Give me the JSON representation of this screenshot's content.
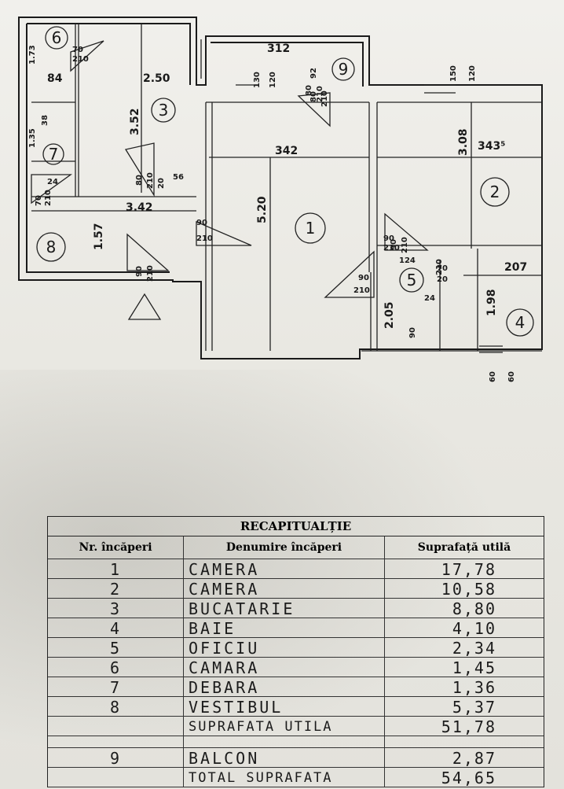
{
  "plan": {
    "rooms": [
      {
        "no": "1"
      },
      {
        "no": "2"
      },
      {
        "no": "3"
      },
      {
        "no": "4"
      },
      {
        "no": "5"
      },
      {
        "no": "6"
      },
      {
        "no": "7"
      },
      {
        "no": "8"
      },
      {
        "no": "9"
      }
    ],
    "dims": [
      "312",
      "130",
      "120",
      "92",
      "80",
      "210",
      "150",
      "120",
      "3.08",
      "343⁵",
      "342",
      "5.20",
      "2.50",
      "3.52",
      "84",
      "3.42",
      "56",
      "80",
      "210",
      "1.57",
      "90",
      "210",
      "90",
      "210",
      "90",
      "210",
      "90",
      "210",
      "124",
      "70",
      "20",
      "2.05",
      "90",
      "24",
      "207",
      "1.98",
      "60",
      "60",
      "1.73",
      "70",
      "210",
      "1.35",
      "38",
      "24",
      "70",
      "210",
      "90",
      "210",
      "20",
      "210",
      "80",
      "210"
    ]
  },
  "recap": {
    "title": "RECAPITUALȚIE",
    "headers": [
      "Nr. încăperi",
      "Denumire încăperi",
      "Suprafață utilă"
    ],
    "rows": [
      {
        "nr": "1",
        "name": "CAMERA",
        "area": "17,78"
      },
      {
        "nr": "2",
        "name": "CAMERA",
        "area": "10,58"
      },
      {
        "nr": "3",
        "name": "BUCATARIE",
        "area": "8,80"
      },
      {
        "nr": "4",
        "name": "BAIE",
        "area": "4,10"
      },
      {
        "nr": "5",
        "name": "OFICIU",
        "area": "2,34"
      },
      {
        "nr": "6",
        "name": "CAMARA",
        "area": "1,45"
      },
      {
        "nr": "7",
        "name": "DEBARA",
        "area": "1,36"
      },
      {
        "nr": "8",
        "name": "VESTIBUL",
        "area": "5,37"
      }
    ],
    "subtotal": {
      "name": "SUPRAFATA UTILA",
      "area": "51,78"
    },
    "balcon": {
      "nr": "9",
      "name": "BALCON",
      "area": "2,87"
    },
    "total": {
      "name": "TOTAL SUPRAFATA",
      "area": "54,65"
    }
  }
}
